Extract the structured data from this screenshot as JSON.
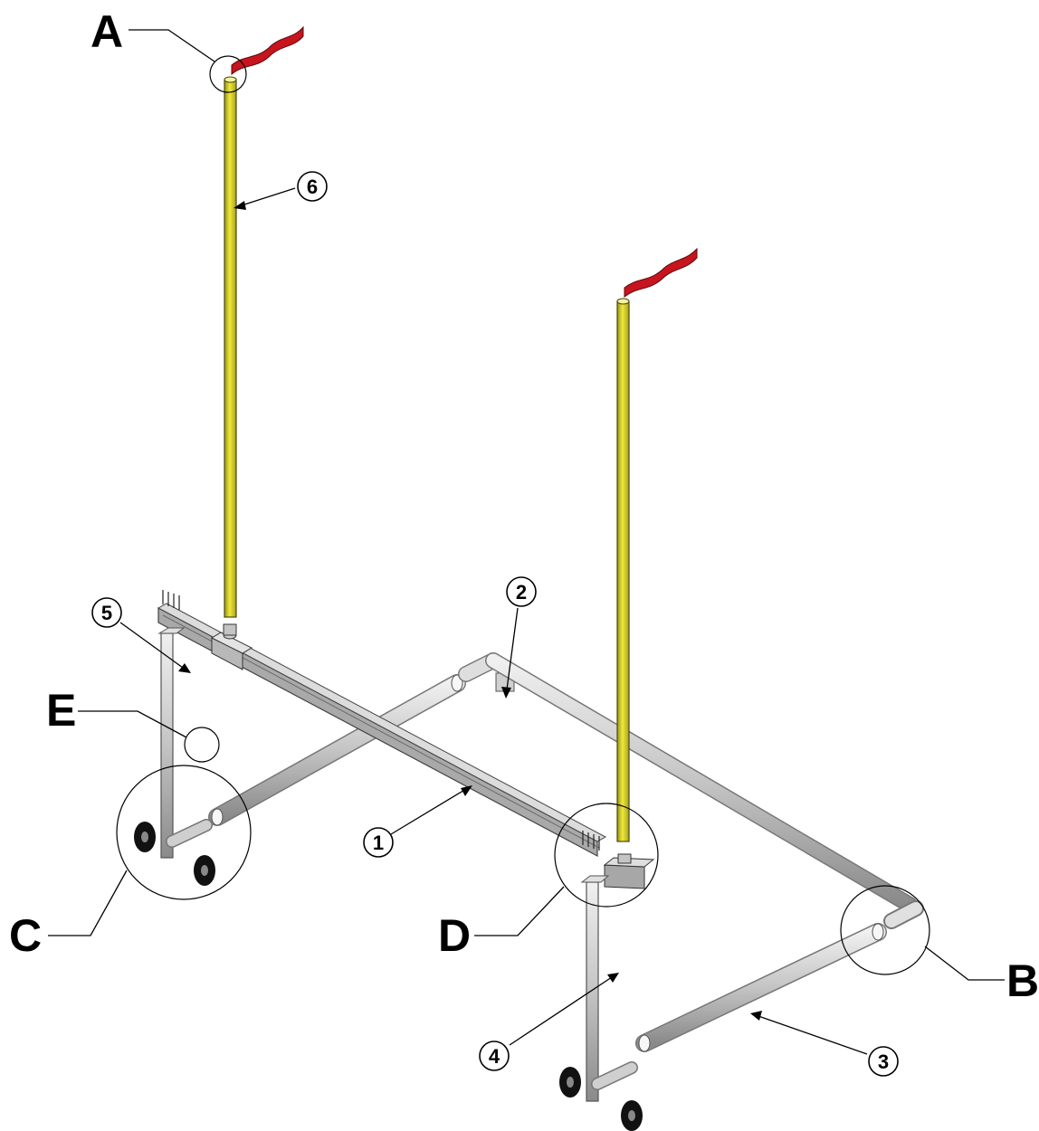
{
  "detail_views": {
    "a": "A",
    "b": "B",
    "c": "C",
    "d": "D",
    "e": "E"
  },
  "part_numbers": {
    "p1": "1",
    "p2": "2",
    "p3": "3",
    "p4": "4",
    "p5": "5",
    "p6": "6"
  },
  "colors": {
    "pole_yellow": "#e3de2c",
    "pole_outline": "#4a4a10",
    "flag_red": "#c8141e",
    "tube_grey": "#c9c9c9",
    "tube_dark": "#8f8f8f",
    "wheel_black": "#111111"
  }
}
